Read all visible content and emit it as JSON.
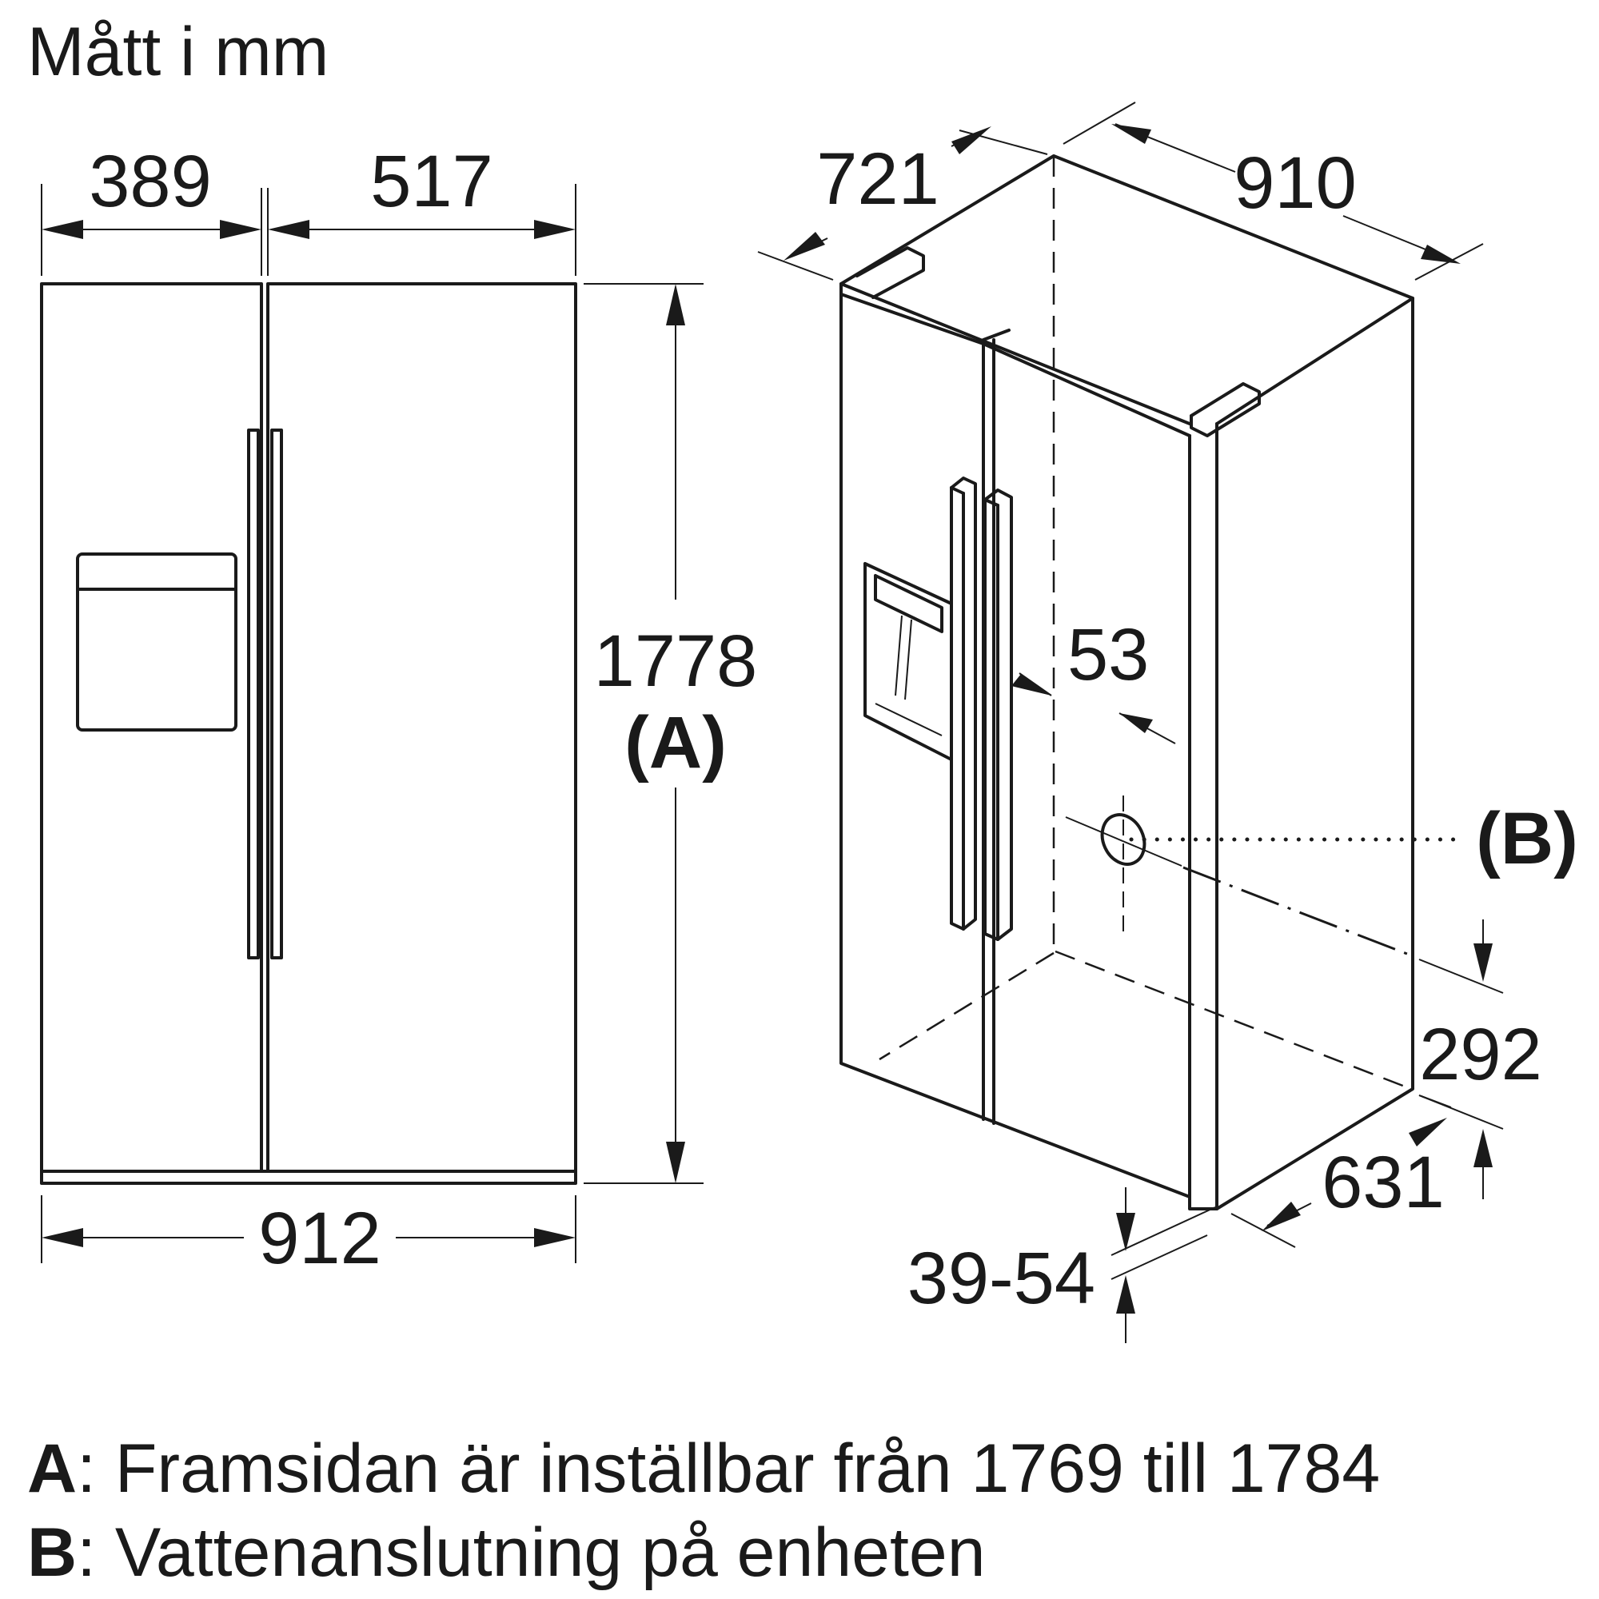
{
  "title": "Mått i mm",
  "dimensions": {
    "width_freezer": "389",
    "width_fridge": "517",
    "width_total_front": "912",
    "height_front": "1778",
    "height_front_ref": "(A)",
    "depth_top": "721",
    "width_top": "910",
    "handle_depth": "53",
    "water_connection_height": "292",
    "depth_body": "631",
    "door_gap": "39-54",
    "water_connection_ref": "(B)"
  },
  "legend": [
    {
      "key": "A",
      "text": ": Framsidan är inställbar från 1769 till 1784"
    },
    {
      "key": "B",
      "text": ": Vattenanslutning på enheten"
    }
  ]
}
